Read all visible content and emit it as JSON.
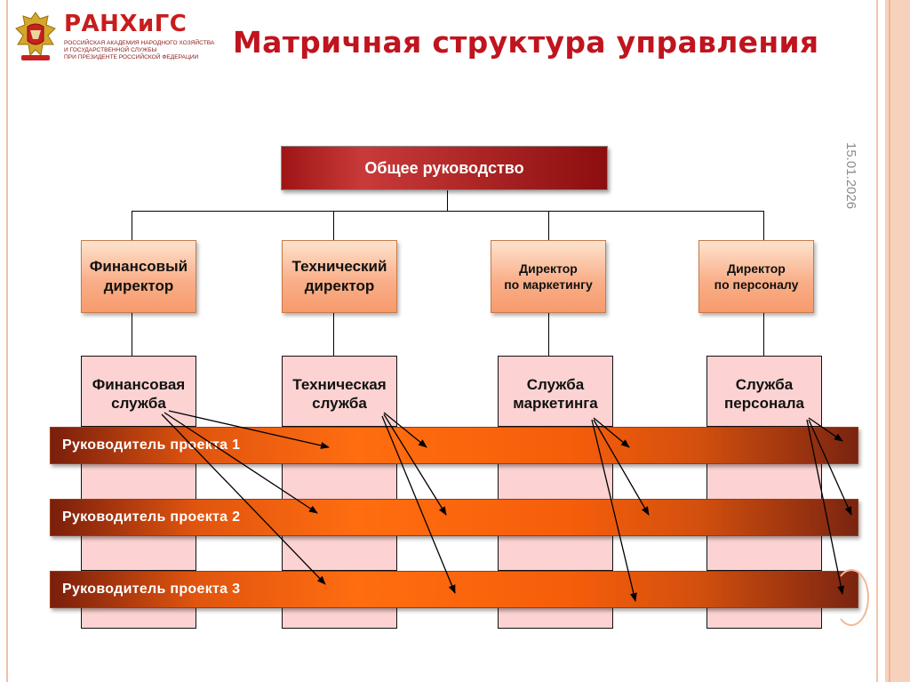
{
  "header": {
    "logo_name": "РАНХиГС",
    "logo_sub": [
      "РОССИЙСКАЯ АКАДЕМИЯ НАРОДНОГО ХОЗЯЙСТВА",
      "И ГОСУДАРСТВЕННОЙ СЛУЖБЫ",
      "ПРИ ПРЕЗИДЕНТЕ РОССИЙСКОЙ ФЕДЕРАЦИИ"
    ],
    "title": "Матричная структура управления",
    "date": "15.01.2026"
  },
  "diagram": {
    "top": "Общее руководство",
    "directors": [
      {
        "line1": "Финансовый",
        "line2": "директор"
      },
      {
        "line1": "Технический",
        "line2": "директор"
      },
      {
        "line1": "Директор",
        "line2": "по маркетингу"
      },
      {
        "line1": "Директор",
        "line2": "по персоналу"
      }
    ],
    "services": [
      {
        "line1": "Финансовая",
        "line2": "служба"
      },
      {
        "line1": "Техническая",
        "line2": "служба"
      },
      {
        "line1": "Служба",
        "line2": "маркетинга"
      },
      {
        "line1": "Служба",
        "line2": "персонала"
      }
    ],
    "projects": [
      "Руководитель проекта 1",
      "Руководитель проекта 2",
      "Руководитель проекта 3"
    ]
  },
  "colors": {
    "title": "#c0141e",
    "top_box": "#9e1515",
    "director_box": "#f9b08a",
    "service_box": "#fcd2d2",
    "project_bar": "#ff6d10"
  }
}
